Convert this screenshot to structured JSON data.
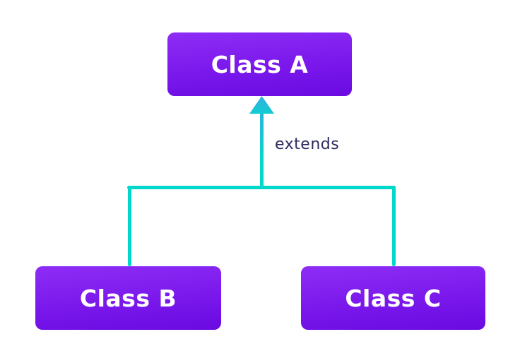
{
  "diagram": {
    "type": "class-inheritance",
    "nodes": [
      {
        "id": "class-a",
        "label": "Class A",
        "role": "superclass"
      },
      {
        "id": "class-b",
        "label": "Class B",
        "role": "subclass"
      },
      {
        "id": "class-c",
        "label": "Class C",
        "role": "subclass"
      }
    ],
    "edges": [
      {
        "from": "class-b",
        "to": "class-a",
        "label": "extends"
      },
      {
        "from": "class-c",
        "to": "class-a",
        "label": "extends"
      }
    ],
    "edge_label": "extends",
    "icons": [
      {
        "name": "arrow-up-icon",
        "meaning": "inheritance arrow pointing to superclass"
      }
    ],
    "colors": {
      "node_gradient_top": "#8e2df5",
      "node_gradient_bottom": "#6a0ae1",
      "node_text": "#ffffff",
      "connector": "#00d8cc",
      "arrow_gradient_top": "#33aee2",
      "arrow_gradient_bottom": "#12ccd2",
      "edge_label_text": "#2d2a5e",
      "background": "#ffffff"
    }
  }
}
